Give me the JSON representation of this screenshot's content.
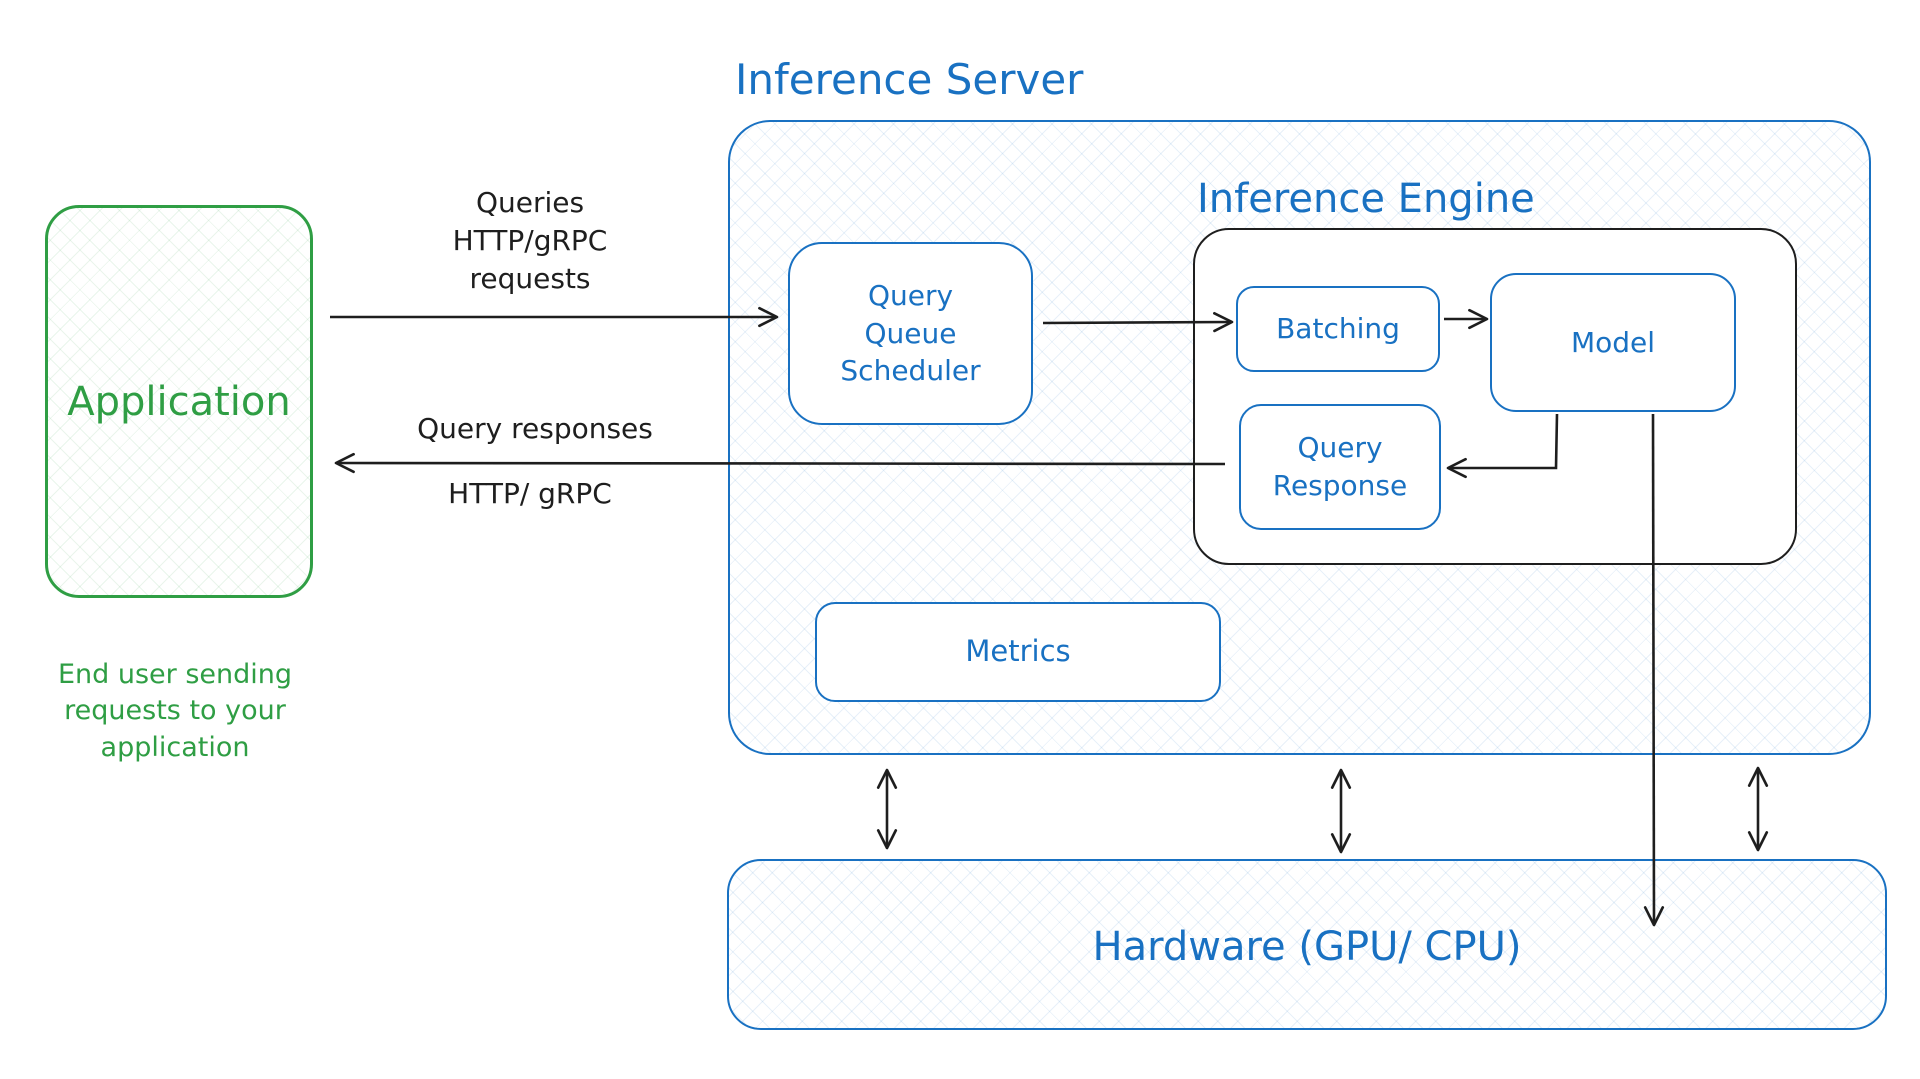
{
  "colors": {
    "blue": "#1971c2",
    "green": "#2f9e44",
    "black": "#1e1e1e"
  },
  "server": {
    "title": "Inference Server"
  },
  "engine": {
    "title": "Inference Engine"
  },
  "nodes": {
    "application": "Application",
    "query_queue_scheduler": "Query\nQueue\nScheduler",
    "batching": "Batching",
    "model": "Model",
    "query_response": "Query\nResponse",
    "metrics": "Metrics",
    "hardware": "Hardware (GPU/ CPU)"
  },
  "edge_labels": {
    "queries": "Queries\nHTTP/gRPC\nrequests",
    "responses_top": "Query responses",
    "responses_bottom": "HTTP/ gRPC"
  },
  "caption": {
    "application_note": "End user sending\nrequests to your\napplication"
  }
}
